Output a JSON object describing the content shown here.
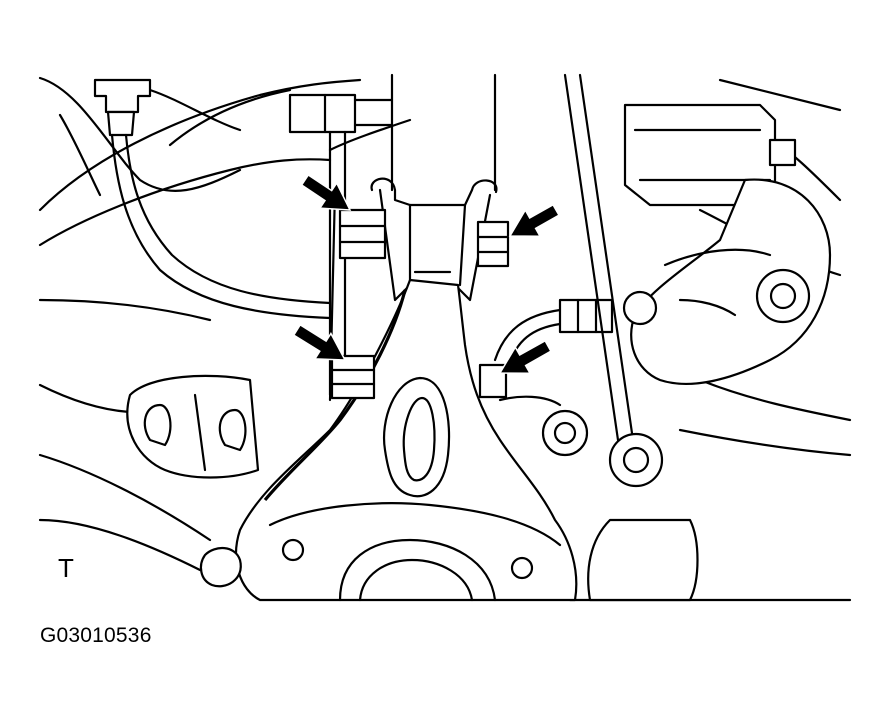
{
  "figure": {
    "corner_letter": "T",
    "code": "G03010536"
  },
  "callouts": {
    "count": 4,
    "color": "#000000"
  }
}
